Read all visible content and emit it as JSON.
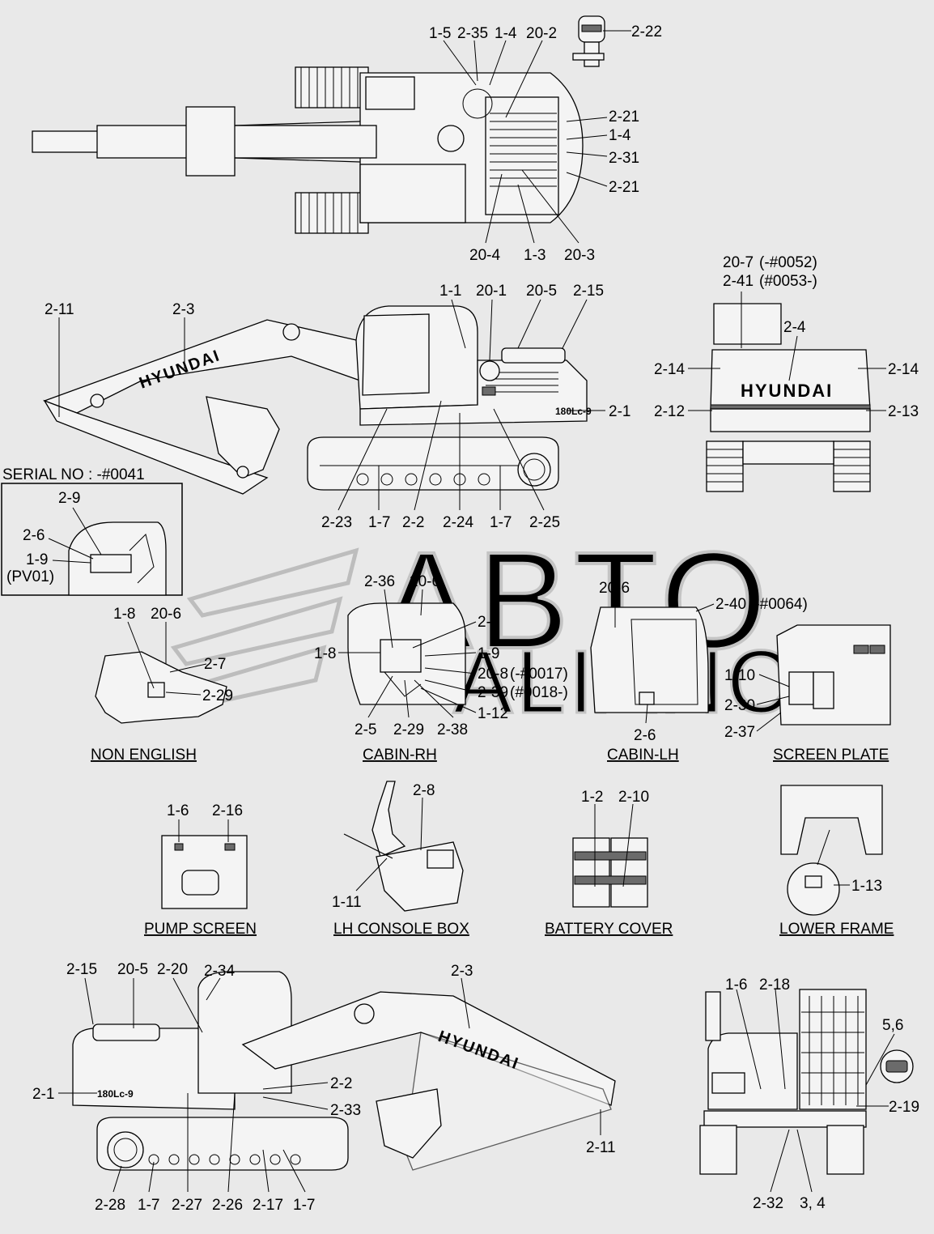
{
  "serial_note": "SERIAL NO : -#0041",
  "sections": [
    {
      "id": "non-english",
      "label": "NON ENGLISH"
    },
    {
      "id": "cabin-rh",
      "label": "CABIN-RH"
    },
    {
      "id": "cabin-lh",
      "label": "CABIN-LH"
    },
    {
      "id": "screen-plate",
      "label": "SCREEN PLATE"
    },
    {
      "id": "pump-screen",
      "label": "PUMP SCREEN"
    },
    {
      "id": "lh-console-box",
      "label": "LH CONSOLE BOX"
    },
    {
      "id": "battery-cover",
      "label": "BATTERY COVER"
    },
    {
      "id": "lower-frame",
      "label": "LOWER FRAME"
    }
  ],
  "model_marks": {
    "brand": "HYUNDAI",
    "model": "180Lc-9"
  },
  "watermark": {
    "line1": "ABTO",
    "line2": "ALIANC"
  },
  "callouts": [
    "1-5",
    "2-35",
    "1-4",
    "20-2",
    "2-22",
    "2-21",
    "1-4",
    "2-31",
    "2-21",
    "20-4",
    "1-3",
    "20-3",
    "20-7",
    "(-#0052)",
    "2-41",
    "(#0053-)",
    "2-4",
    "2-14",
    "2-14",
    "2-12",
    "2-13",
    "2-11",
    "2-3",
    "1-1",
    "20-1",
    "20-5",
    "2-15",
    "2-1",
    "2-23",
    "1-7",
    "2-2",
    "2-24",
    "1-7",
    "2-25",
    "2-9",
    "2-6",
    "1-9",
    "(PV01)",
    "2-36",
    "20-6",
    "2-7",
    "1-8",
    "1-9",
    "20-8",
    "(-#0017)",
    "2-39",
    "(#0018-)",
    "1-12",
    "2-5",
    "2-29",
    "2-38",
    "1-8",
    "20-6",
    "2-7",
    "2-29",
    "20-6",
    "2-40",
    "(-#0064)",
    "2-6",
    "1-10",
    "2-30",
    "2-37",
    "1-6",
    "2-16",
    "2-8",
    "1-11",
    "1-2",
    "2-10",
    "1-13",
    "2-15",
    "20-5",
    "2-20",
    "2-34",
    "2-3",
    "2-1",
    "2-2",
    "2-33",
    "2-11",
    "2-28",
    "1-7",
    "2-27",
    "2-26",
    "2-17",
    "1-7",
    "1-6",
    "2-18",
    "5,6",
    "2-19",
    "2-32",
    "3, 4"
  ]
}
